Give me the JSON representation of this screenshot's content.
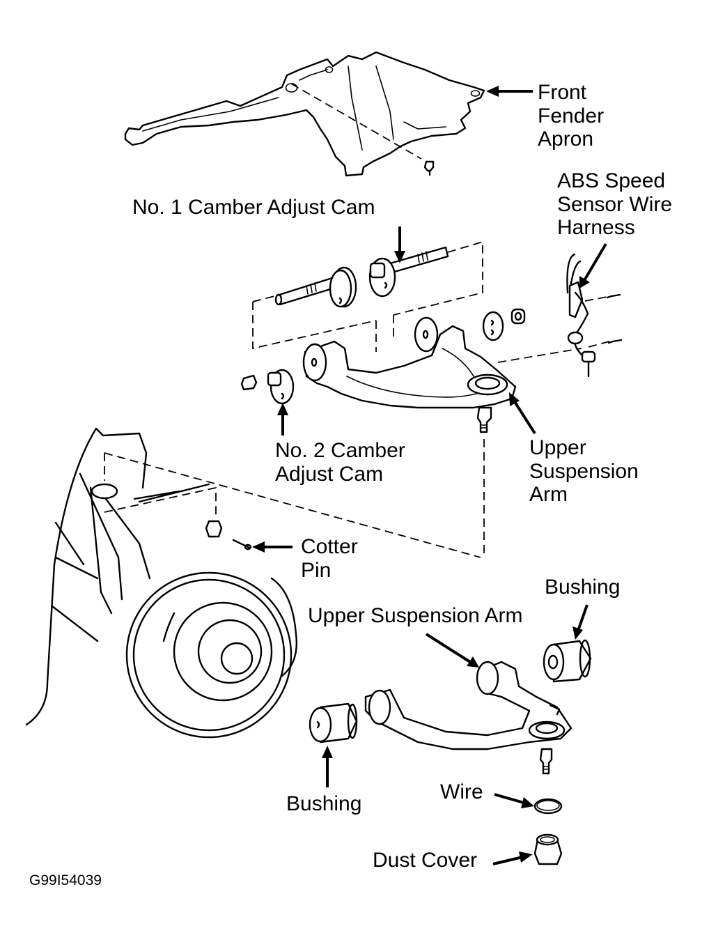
{
  "figure": {
    "type": "exploded-parts-diagram",
    "subject": "Upper suspension arm assembly",
    "figure_code": "G99I54039"
  },
  "labels": {
    "front_fender_apron": [
      "Front",
      "Fender",
      "Apron"
    ],
    "abs_speed_sensor": [
      "ABS Speed",
      "Sensor Wire",
      "Harness"
    ],
    "no1_camber_cam": "No. 1 Camber Adjust Cam",
    "no2_camber_cam": [
      "No. 2 Camber",
      "Adjust Cam"
    ],
    "upper_suspension_arm_top": [
      "Upper",
      "Suspension",
      "Arm"
    ],
    "cotter_pin": [
      "Cotter",
      "Pin"
    ],
    "upper_suspension_arm_bottom": "Upper Suspension Arm",
    "bushing_right": "Bushing",
    "bushing_left": "Bushing",
    "wire": "Wire",
    "dust_cover": "Dust Cover"
  }
}
